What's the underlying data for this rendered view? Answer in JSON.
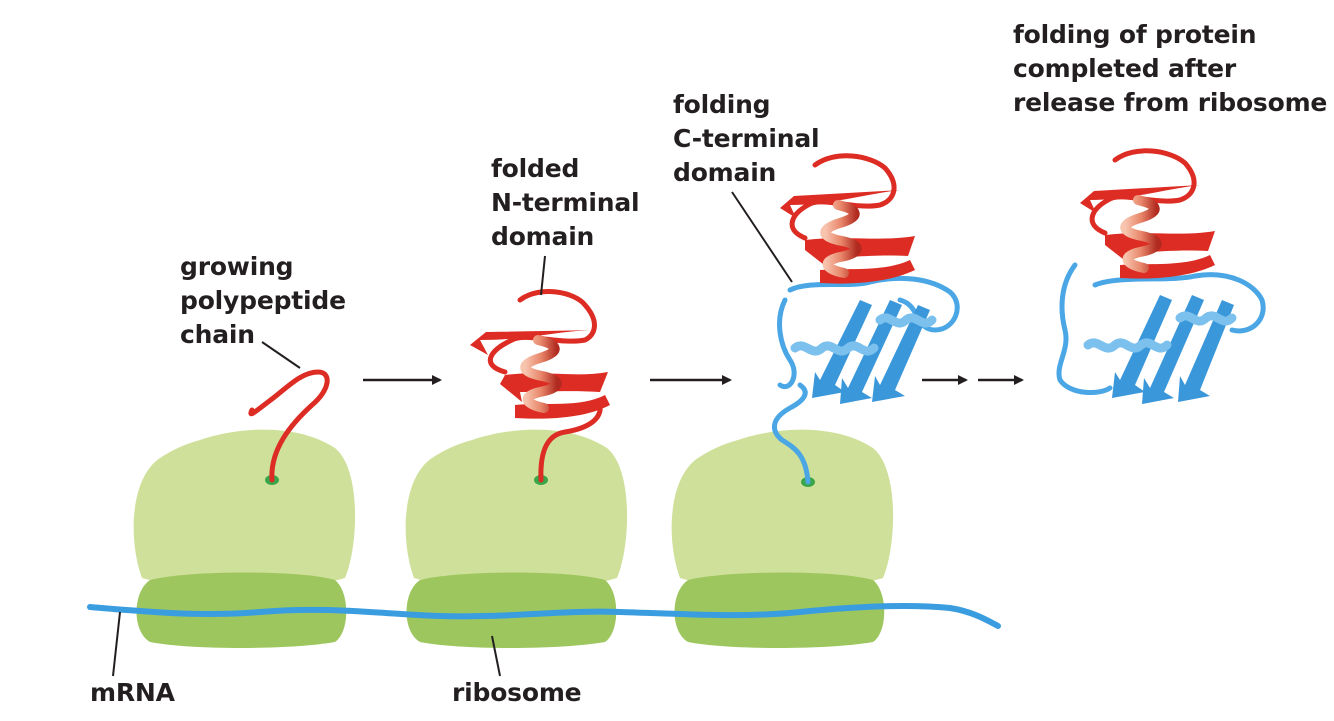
{
  "labels": {
    "growing_polypeptide_chain": [
      "growing",
      "polypeptide",
      "chain"
    ],
    "folded_n_terminal_domain": [
      "folded",
      "N-terminal",
      "domain"
    ],
    "folding_c_terminal_domain": [
      "folding",
      "C-terminal",
      "domain"
    ],
    "folding_completed": [
      "folding of protein",
      "completed after",
      "release from ribosome"
    ],
    "mrna": "mRNA",
    "ribosome": "ribosome"
  },
  "colors": {
    "ribosome_large_subunit": "#cfe09a",
    "ribosome_small_subunit": "#9dc75e",
    "exit_tunnel": "#3aa64a",
    "mrna": "#3a9de0",
    "n_terminal_chain": "#dd2c23",
    "c_terminal_chain": "#4aa6e4",
    "helix_highlight": "#f4b39a",
    "arrow": "#231f20"
  }
}
